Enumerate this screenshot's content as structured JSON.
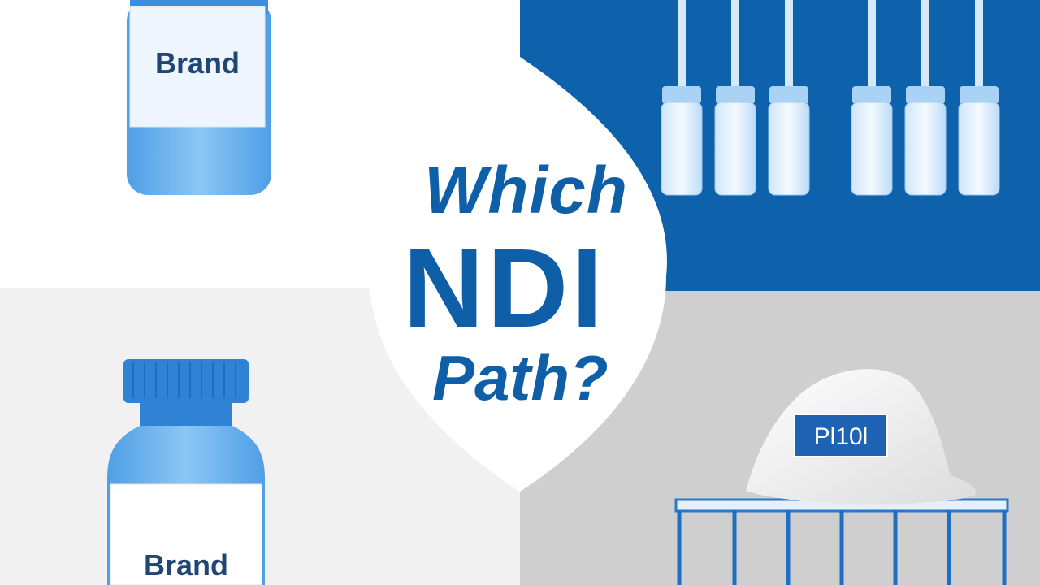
{
  "headline": {
    "line1": "Which",
    "line2": "NDI",
    "line3": "Path?"
  },
  "labels": {
    "top_bottle": "Brand",
    "bottom_bottle": "Brand",
    "hat_tag": "Pl‪10l"
  },
  "colors": {
    "brand_blue": "#0f5fa8",
    "light_blue": "#5aa6e6",
    "panel_white": "#ffffff",
    "panel_light_gray": "#f1f1f1",
    "panel_gray": "#cfcfcf"
  }
}
